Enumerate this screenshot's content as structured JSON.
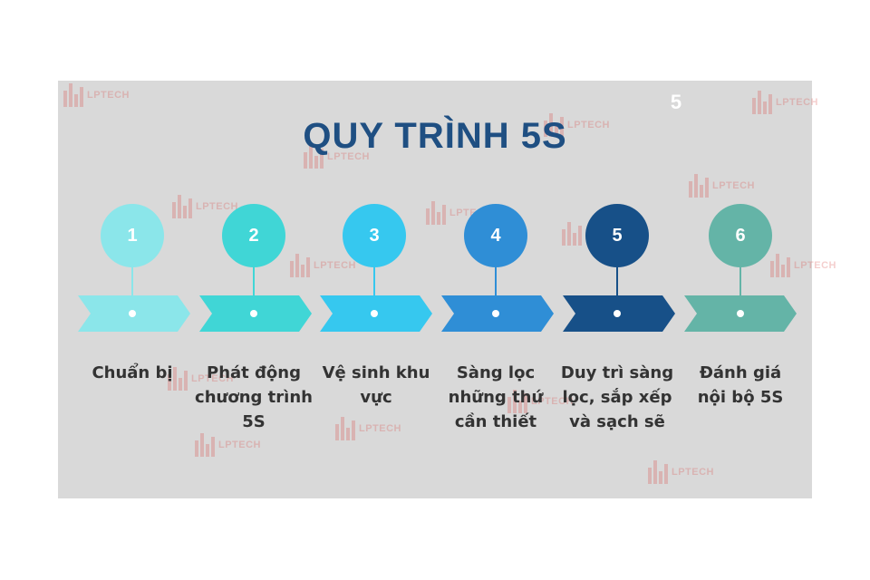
{
  "title": "QUY TRÌNH 5S",
  "corner_number": "5",
  "watermark_text": "LPTECH",
  "colors": {
    "title": "#1f4f82",
    "background_panel": "#d9d9d9",
    "label_text": "#333333"
  },
  "steps": [
    {
      "number": "1",
      "label": "Chuẩn bị",
      "color": "#8be6ea"
    },
    {
      "number": "2",
      "label": "Phát động chương trình 5S",
      "color": "#40d6d6"
    },
    {
      "number": "3",
      "label": "Vệ sinh khu vực",
      "color": "#36c8ef"
    },
    {
      "number": "4",
      "label": "Sàng lọc những thứ cần thiết",
      "color": "#2f8ed6"
    },
    {
      "number": "5",
      "label": "Duy trì sàng lọc, sắp xếp và sạch sẽ",
      "color": "#175088"
    },
    {
      "number": "6",
      "label": "Đánh giá nội bộ 5S",
      "color": "#64b4a7"
    }
  ]
}
